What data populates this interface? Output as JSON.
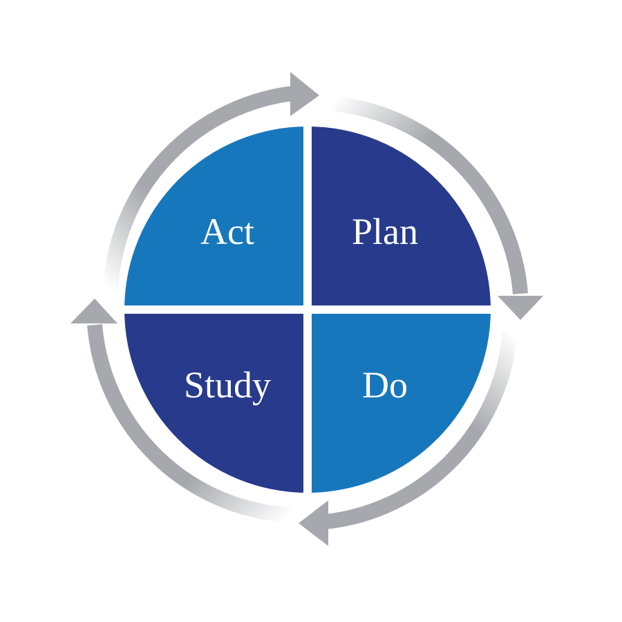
{
  "diagram": {
    "quadrants": {
      "act": {
        "label": "Act",
        "color": "#1777bc"
      },
      "plan": {
        "label": "Plan",
        "color": "#283a8b"
      },
      "study": {
        "label": "Study",
        "color": "#283a8b"
      },
      "do": {
        "label": "Do",
        "color": "#1777bc"
      }
    },
    "arrow_color": "#a7a8ad",
    "divider_color": "#ffffff",
    "background": "#ffffff"
  }
}
